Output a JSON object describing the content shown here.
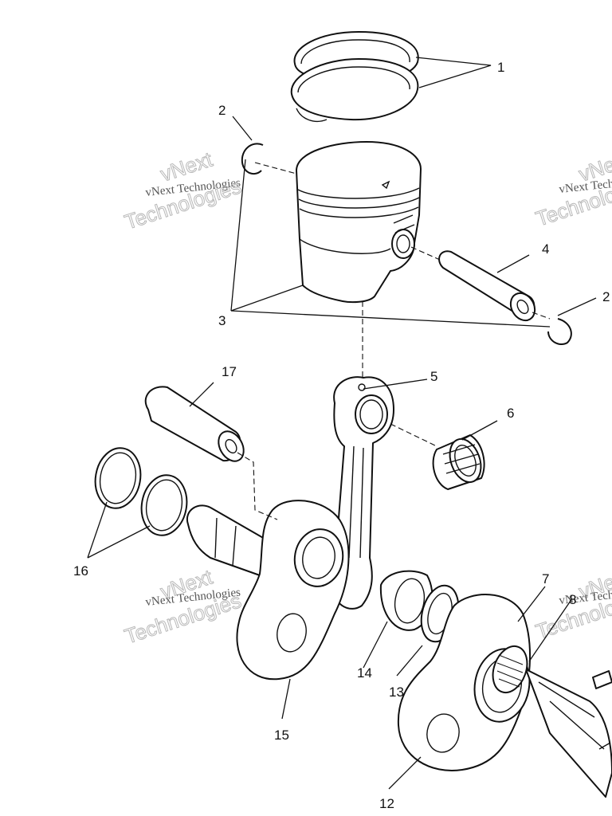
{
  "watermark": {
    "line1": "vNext",
    "line2": "vNext Technologies",
    "line3": "Technologies"
  },
  "callouts": {
    "c1": "1",
    "c2a": "2",
    "c2b": "2",
    "c3": "3",
    "c4": "4",
    "c5": "5",
    "c6": "6",
    "c7": "7",
    "c8": "8",
    "c12": "12",
    "c13": "13",
    "c14": "14",
    "c15": "15",
    "c16": "16",
    "c17": "17"
  },
  "colors": {
    "line": "#111111",
    "background": "#ffffff",
    "watermark": "#b8b8b8"
  }
}
